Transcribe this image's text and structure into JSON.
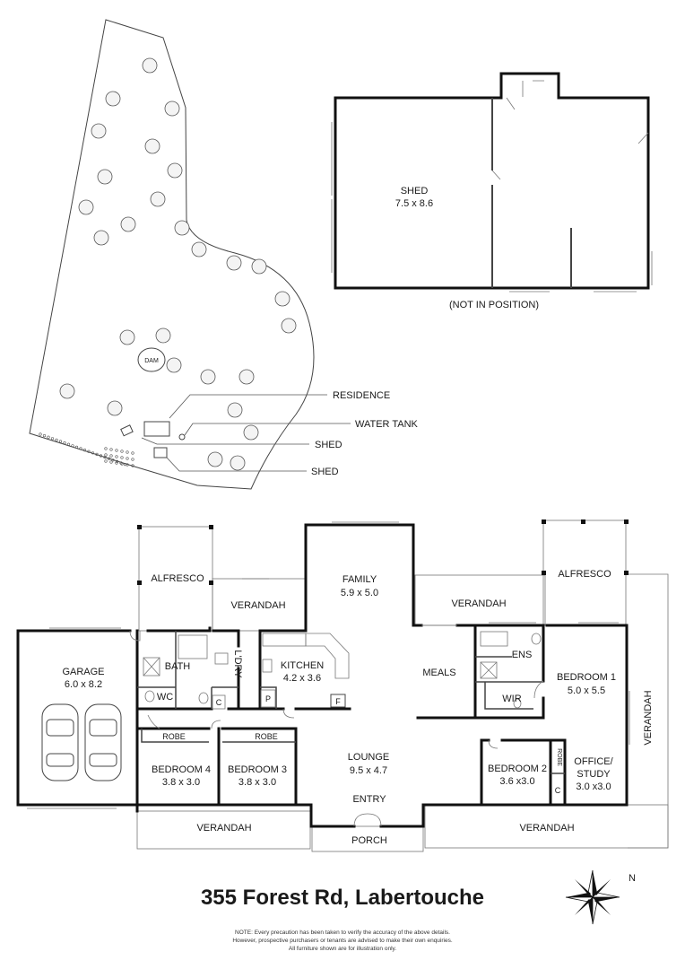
{
  "site_plan": {
    "residence_label": "RESIDENCE",
    "water_tank_label": "WATER TANK",
    "shed_label_1": "SHED",
    "shed_label_2": "SHED",
    "dam_label": "DAM"
  },
  "shed_plan": {
    "label": "SHED",
    "size": "7.5 x 8.6",
    "note": "(NOT IN POSITION)"
  },
  "floor_plan": {
    "rooms": {
      "garage": {
        "name": "GARAGE",
        "size": "6.0 x 8.2"
      },
      "alfresco_left": {
        "name": "ALFRESCO"
      },
      "verandah_top_left": {
        "name": "VERANDAH"
      },
      "bath": {
        "name": "BATH"
      },
      "wc": {
        "name": "WC"
      },
      "laundry": {
        "name": "L'DRY"
      },
      "cupboard_c1": {
        "name": "C"
      },
      "kitchen": {
        "name": "KITCHEN",
        "size": "4.2 x 3.6"
      },
      "pantry": {
        "name": "P"
      },
      "fridge": {
        "name": "F"
      },
      "family": {
        "name": "FAMILY",
        "size": "5.9 x 5.0"
      },
      "verandah_top_mid": {
        "name": "VERANDAH"
      },
      "alfresco_right": {
        "name": "ALFRESCO"
      },
      "meals": {
        "name": "MEALS"
      },
      "ensuite": {
        "name": "ENS"
      },
      "wir": {
        "name": "WIR"
      },
      "bedroom1": {
        "name": "BEDROOM 1",
        "size": "5.0 x 5.5"
      },
      "verandah_right": {
        "name": "VERANDAH"
      },
      "robe_bed4": {
        "name": "ROBE"
      },
      "robe_bed3": {
        "name": "ROBE"
      },
      "bedroom4": {
        "name": "BEDROOM 4",
        "size": "3.8 x 3.0"
      },
      "bedroom3": {
        "name": "BEDROOM 3",
        "size": "3.8 x 3.0"
      },
      "lounge": {
        "name": "LOUNGE",
        "size": "9.5 x 4.7"
      },
      "entry": {
        "name": "ENTRY"
      },
      "bedroom2": {
        "name": "BEDROOM 2",
        "size": "3.6 x3.0"
      },
      "robe_bed2": {
        "name": "ROBE"
      },
      "cupboard_c2": {
        "name": "C"
      },
      "office": {
        "name_line1": "OFFICE/",
        "name_line2": "STUDY",
        "size": "3.0 x3.0"
      },
      "verandah_bottom_left": {
        "name": "VERANDAH"
      },
      "porch": {
        "name": "PORCH"
      },
      "verandah_bottom_right": {
        "name": "VERANDAH"
      }
    },
    "compass_label": "N"
  },
  "address": "355 Forest Rd, Labertouche",
  "disclaimer": [
    "NOTE: Every precaution has been taken to verify the accuracy of the above details.",
    "However, prospective purchasers or tenants are advised to make their own enquiries.",
    "All furniture shown are for illustration only."
  ]
}
